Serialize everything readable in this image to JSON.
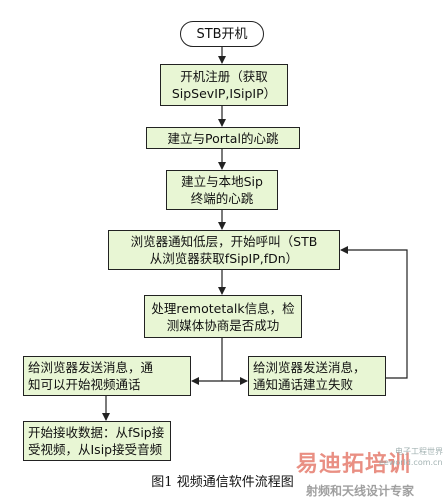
{
  "nodes": {
    "start": "STB开机",
    "register": "开机注册（获取\nSipSevIP,ISipIP）",
    "portal": "建立与Portal的心跳",
    "local_sip": "建立与本地Sip\n终端的心跳",
    "call": "浏览器通知低层，开始呼叫（STB\n从浏览器获取fSipIP,fDn）",
    "remote": "处理remotetalk信息，检\n测媒体协商是否成功",
    "notify_ok": "给浏览器发送消息，通\n知可以开始视频通话",
    "notify_fail": "给浏览器发送消息，\n通知通话建立失败",
    "receive": "开始接收数据：从fSip接\n受视频，从Isip接受音频"
  },
  "caption": "图1  视频通信软件流程图",
  "watermark": {
    "main": "易迪拓培训",
    "sub": "射频和天线设计专家",
    "small1": "电子工程世界",
    "small2": "eeworld.com.cn"
  },
  "colors": {
    "box_fill": "#e8f6d4",
    "line": "#222222"
  }
}
